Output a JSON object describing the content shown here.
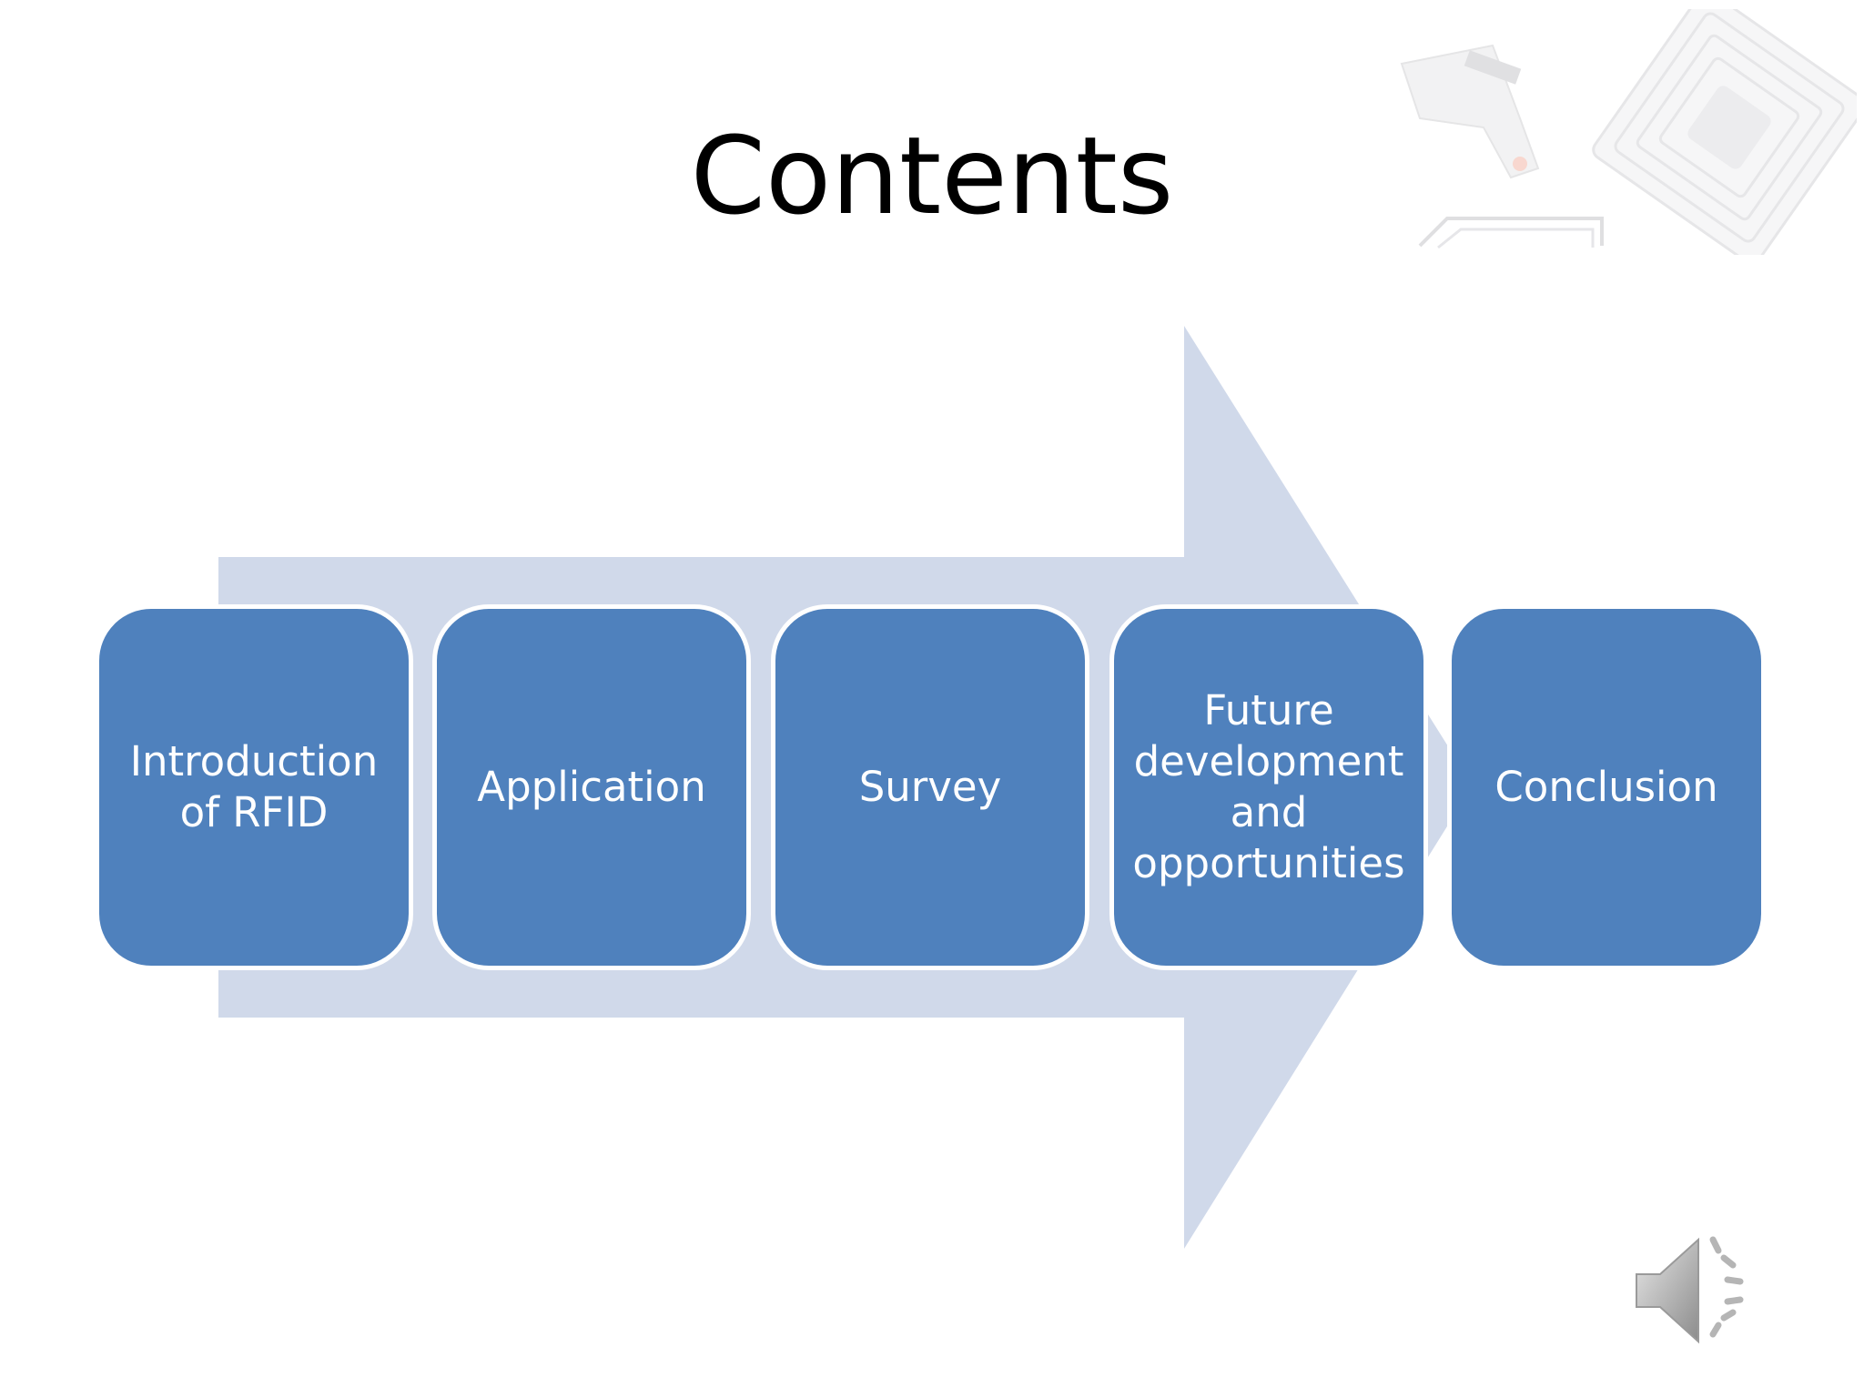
{
  "slide": {
    "title": "Contents",
    "steps": [
      {
        "label": "Introduction\nof RFID"
      },
      {
        "label": "Application"
      },
      {
        "label": "Survey"
      },
      {
        "label": "Future\ndevelopment\nand\nopportunities"
      },
      {
        "label": "Conclusion"
      }
    ]
  },
  "colors": {
    "box": "#4f81bd",
    "arrow": "#d0d9ea",
    "box_border": "#ffffff"
  },
  "icons": {
    "top_right": "rfid-tag-image",
    "bottom_right": "speaker-icon"
  }
}
